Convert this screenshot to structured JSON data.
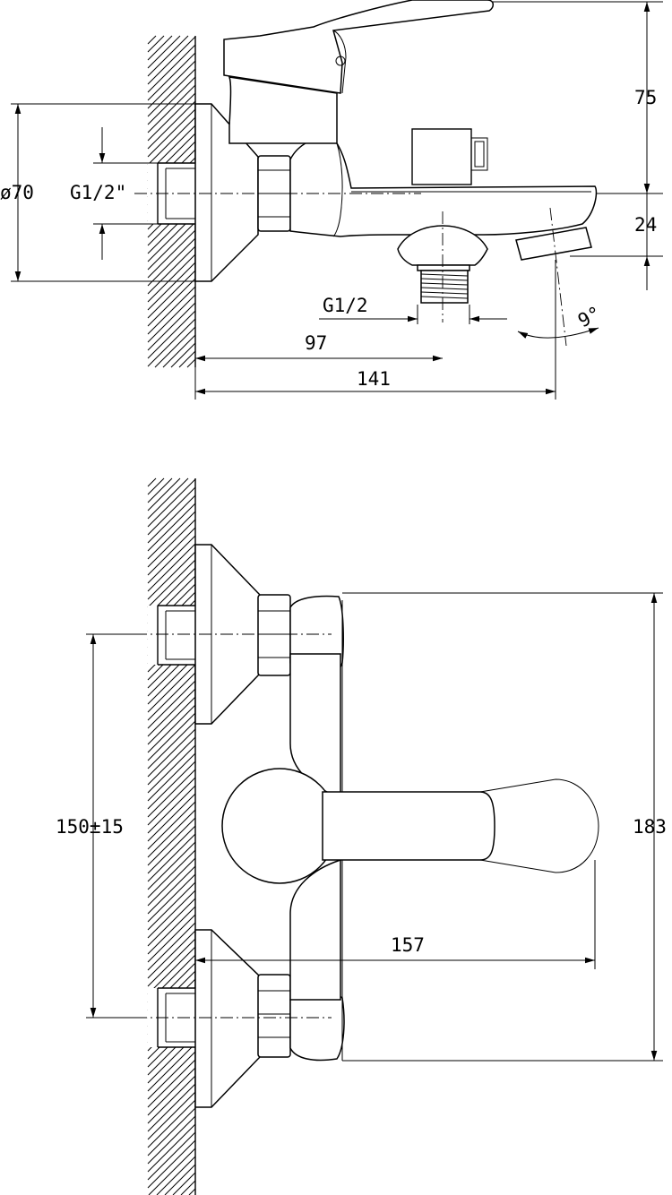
{
  "top_view": {
    "dimensions": {
      "height_above_spout": "75",
      "spout_drop": "24",
      "flange_diameter": "ø70",
      "inlet_thread": "G1/2\"",
      "outlet_thread": "G1/2",
      "outlet_offset": "97",
      "spout_reach": "141",
      "spout_angle": "9°"
    }
  },
  "front_view": {
    "dimensions": {
      "inlet_spacing": "150±15",
      "overall_height": "183",
      "overall_depth": "157"
    }
  },
  "colors": {
    "line": "#000000",
    "background": "#ffffff"
  }
}
